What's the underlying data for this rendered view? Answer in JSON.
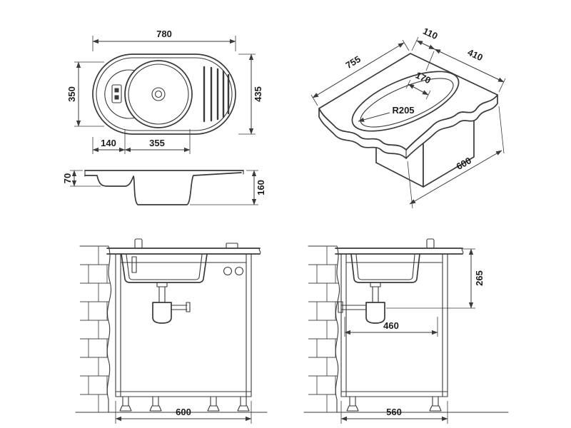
{
  "style": {
    "background": "#ffffff",
    "line_color": "#3a3a3a",
    "text_color": "#1c1c1c"
  },
  "labels": {
    "top_view": {
      "overall_width": "780",
      "left_depth": "350",
      "overall_depth": "435",
      "bowl_offset": "140",
      "bowl_width": "355"
    },
    "iso_view": {
      "edge_to_cutout": "110",
      "cutout_length": "410",
      "counter_length": "755",
      "cutout_width": "170",
      "corner_radius": "R205",
      "counter_depth": "600"
    },
    "section_view": {
      "ledge_depth": "70",
      "overall_height": "160"
    },
    "front_view": {
      "cabinet_width": "600"
    },
    "side_view": {
      "drain_height": "265",
      "clearance_depth": "460",
      "cabinet_depth": "560"
    }
  }
}
